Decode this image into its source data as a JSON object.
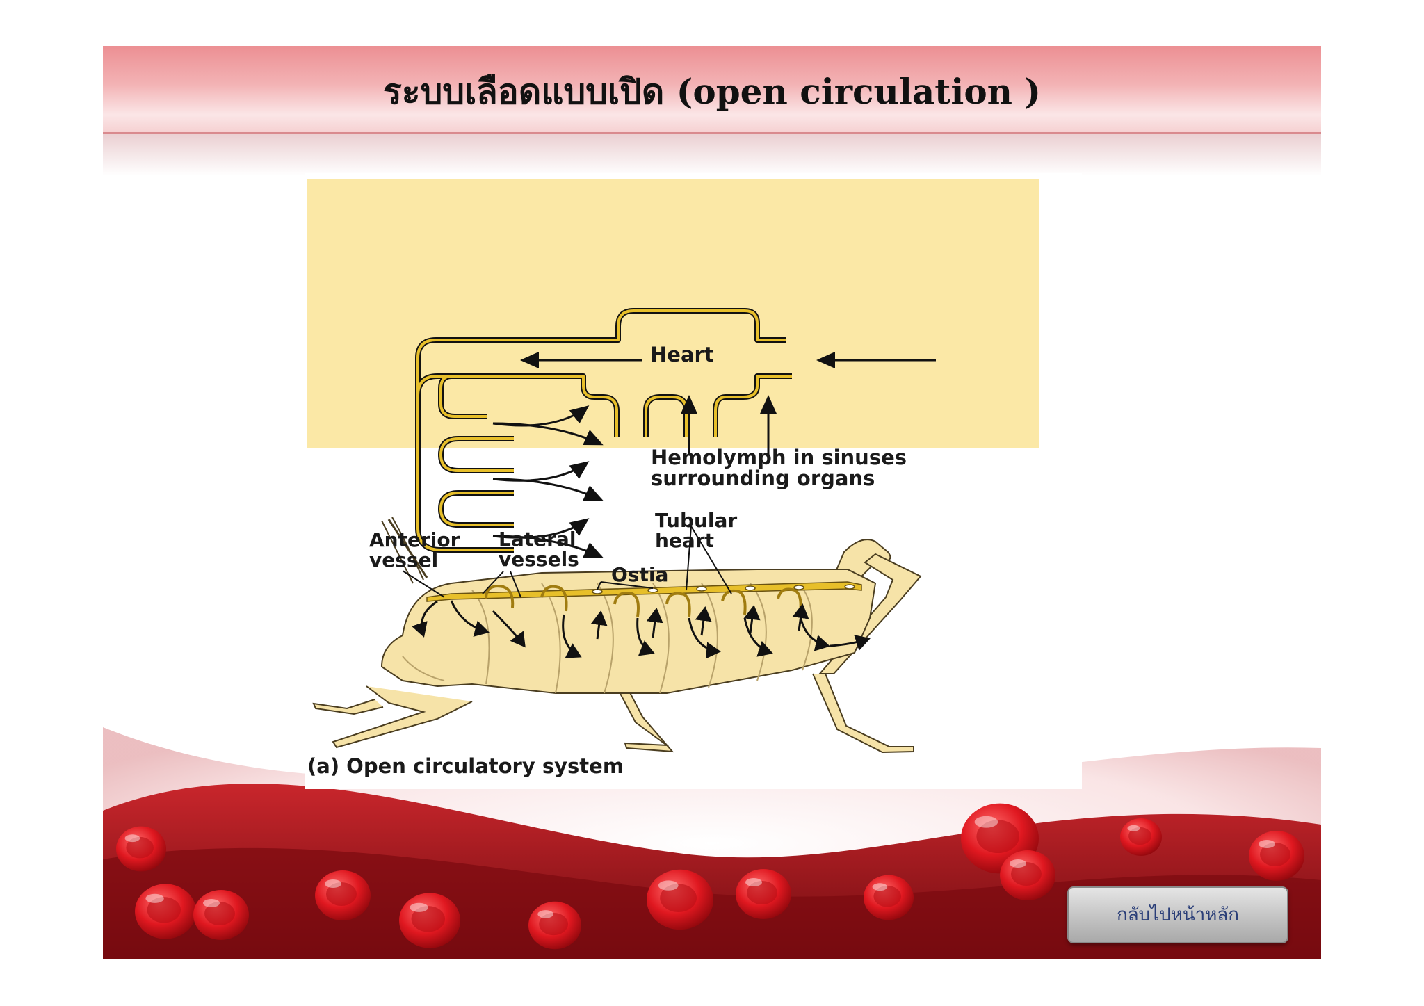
{
  "slide": {
    "title": "ระบบเลือดแบบเปิด (open circulation )",
    "back_button_label": "กลับไปหน้าหลัก"
  },
  "diagram": {
    "top_panel": {
      "heart_label": "Heart",
      "sinus_label": "Hemolymph in sinuses\nsurrounding organs"
    },
    "grasshopper": {
      "anterior_vessel_label": "Anterior\nvessel",
      "lateral_vessels_label": "Lateral\nvessels",
      "tubular_heart_label": "Tubular\nheart",
      "ostia_label": "Ostia"
    },
    "caption": "(a) Open circulatory system"
  },
  "colors": {
    "title_gradient_top": "#ec8f93",
    "panel_background": "#fbe8a6",
    "vessel_yellow": "#e7bf2a",
    "insect_body": "#f6e3a8",
    "blood_cell": "#d8131b",
    "back_button_text": "#2a3e78"
  }
}
